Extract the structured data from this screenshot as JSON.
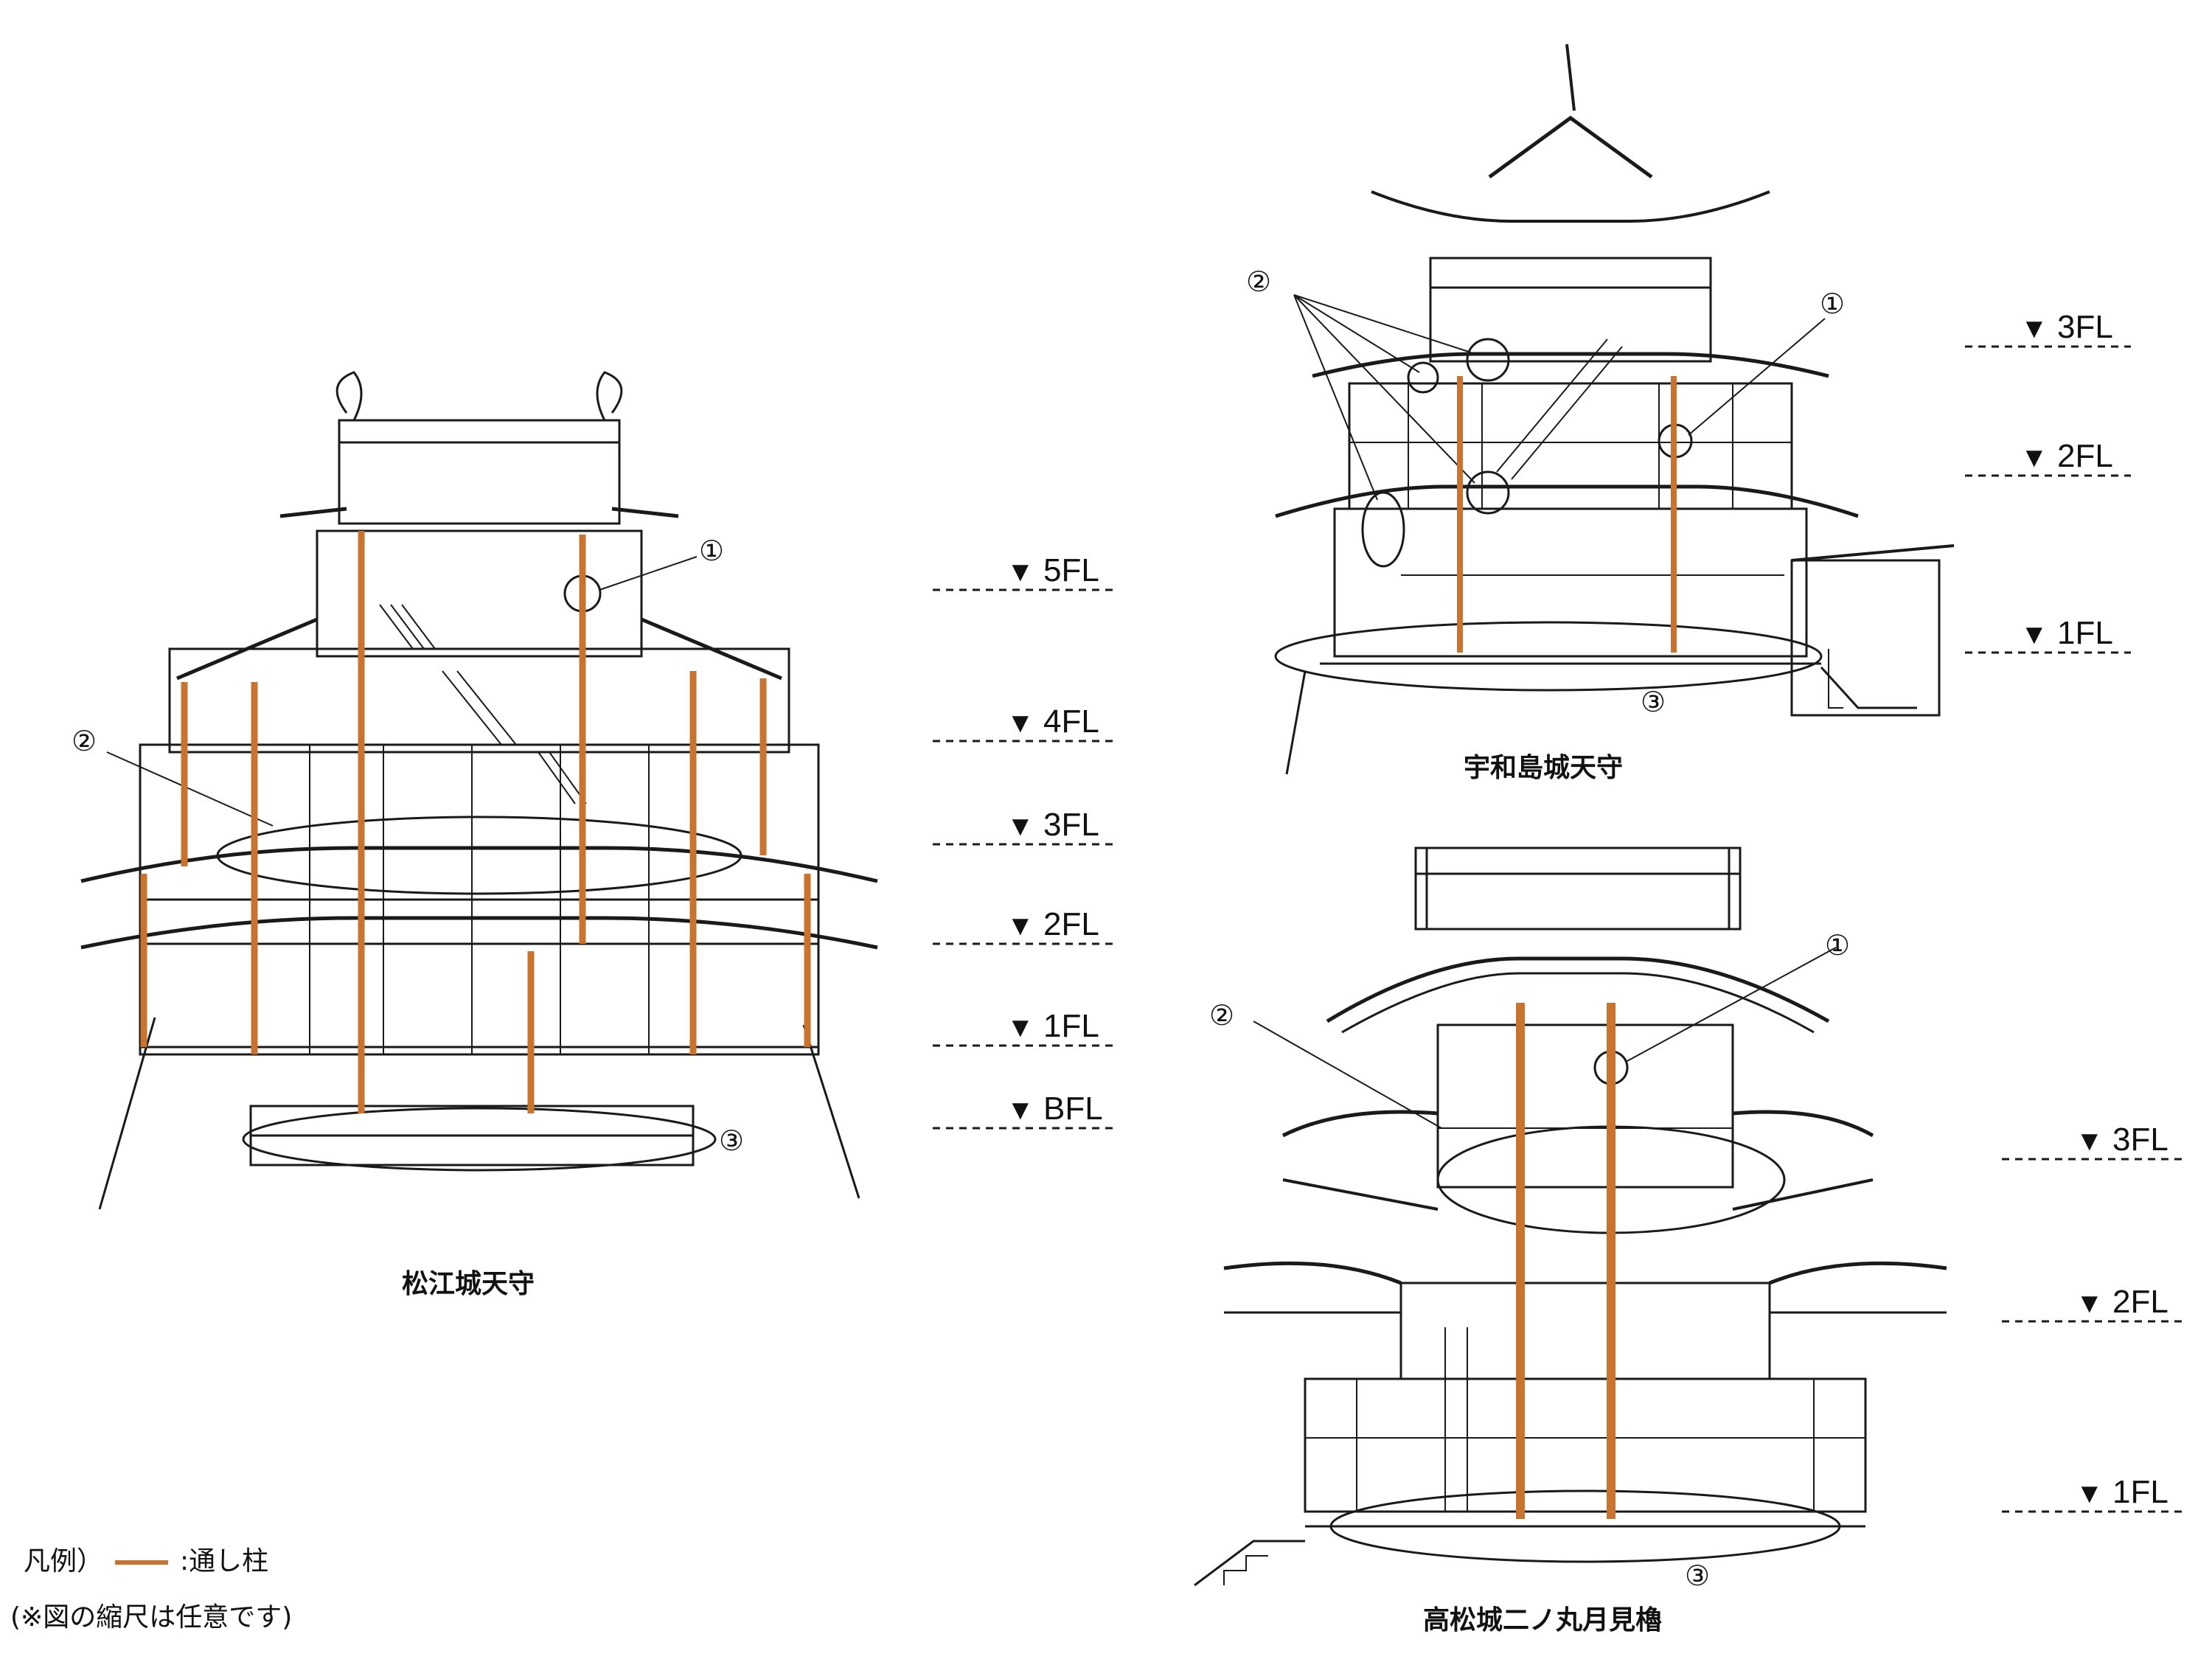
{
  "colors": {
    "line": "#1a1a1a",
    "column": "#c8732f",
    "paper": "#ffffff"
  },
  "matsue": {
    "caption": "松江城天守",
    "levels": [
      {
        "tri": "▼",
        "label": "5FL"
      },
      {
        "tri": "▼",
        "label": "4FL"
      },
      {
        "tri": "▼",
        "label": "3FL"
      },
      {
        "tri": "▼",
        "label": "2FL"
      },
      {
        "tri": "▼",
        "label": "1FL"
      },
      {
        "tri": "▼",
        "label": "BFL"
      }
    ],
    "callouts": [
      "①",
      "②",
      "③"
    ]
  },
  "uwajima": {
    "caption": "宇和島城天守",
    "levels": [
      {
        "tri": "▼",
        "label": "3FL"
      },
      {
        "tri": "▼",
        "label": "2FL"
      },
      {
        "tri": "▼",
        "label": "1FL"
      }
    ],
    "callouts": [
      "①",
      "②",
      "③"
    ]
  },
  "takamatsu": {
    "caption": "高松城二ノ丸月見櫓",
    "levels": [
      {
        "tri": "▼",
        "label": "3FL"
      },
      {
        "tri": "▼",
        "label": "2FL"
      },
      {
        "tri": "▼",
        "label": "1FL"
      }
    ],
    "callouts": [
      "①",
      "②",
      "③"
    ]
  },
  "legend": {
    "prefix": "凡例）",
    "label": ":通し柱",
    "note": "(※図の縮尺は任意です)"
  }
}
